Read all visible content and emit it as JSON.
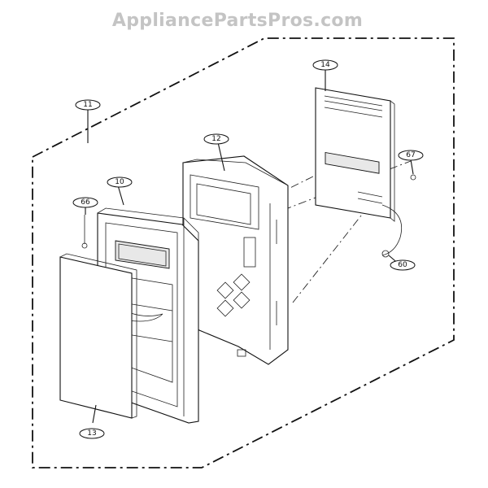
{
  "watermark": "AppliancePartsPros.com",
  "callouts": [
    {
      "id": "11",
      "label": "11"
    },
    {
      "id": "10",
      "label": "10"
    },
    {
      "id": "12",
      "label": "12"
    },
    {
      "id": "14",
      "label": "14"
    },
    {
      "id": "67",
      "label": "67"
    },
    {
      "id": "66",
      "label": "66"
    },
    {
      "id": "60",
      "label": "60"
    },
    {
      "id": "13",
      "label": "13"
    }
  ]
}
